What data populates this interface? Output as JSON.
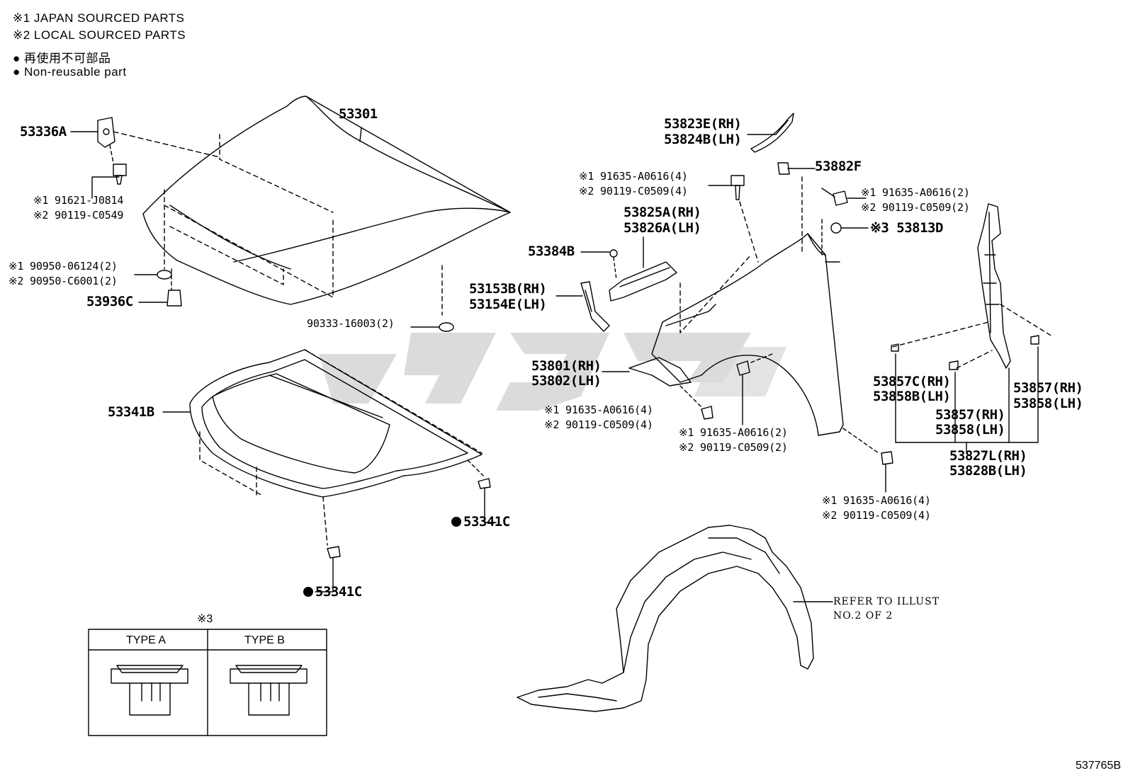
{
  "legend": {
    "line1": "※1 JAPAN SOURCED PARTS",
    "line2": "※2 LOCAL SOURCED PARTS",
    "line3": "● 再使用不可部品",
    "line4": "● Non-reusable part"
  },
  "parts": {
    "hood": "53301",
    "hinge_left": "53336A",
    "bolt_a1": "※1 91621-J0814",
    "bolt_a2": "※2 90119-C0549",
    "washer_1": "※1 90950-06124(2)",
    "washer_2": "※2 90950-C6001(2)",
    "cushion": "53936C",
    "hood_seal": "90333-16003(2)",
    "insulator": "53341B",
    "clip_right": "53341C",
    "clip_bottom": "53341C",
    "protector_rh": "53823E(RH)",
    "protector_lh": "53824B(LH)",
    "bracket_f": "53882F",
    "bolt_b1": "※1 91635-A0616(4)",
    "bolt_b2": "※2 90119-C0509(4)",
    "seal_rh": "53825A(RH)",
    "seal_lh": "53826A(LH)",
    "clip_384": "53384B",
    "bracket_rh": "53153B(RH)",
    "bracket_lh": "53154E(LH)",
    "fender_brkt_rh": "53801(RH)",
    "fender_brkt_lh": "53802(LH)",
    "bolt_c1": "※1 91635-A0616(4)",
    "bolt_c2": "※2 90119-C0509(4)",
    "bolt_d1": "※1 91635-A0616(2)",
    "bolt_d2": "※2 90119-C0509(2)",
    "bolt_e1": "※1 91635-A0616(2)",
    "bolt_e2": "※2 90119-C0509(2)",
    "clip_813": "※3 53813D",
    "bolt_f1": "※1 91635-A0616(4)",
    "bolt_f2": "※2 90119-C0509(4)",
    "seal_857c_rh": "53857C(RH)",
    "seal_858b_lh": "53858B(LH)",
    "seal_857_rh_a": "53857(RH)",
    "seal_858_lh_a": "53858(LH)",
    "seal_857_rh_b": "53857(RH)",
    "seal_858_lh_b": "53858(LH)",
    "seal_827_rh": "53827L(RH)",
    "seal_828_lh": "53828B(LH)",
    "refer_1": "REFER TO ILLUST",
    "refer_2": "NO.2 OF 2"
  },
  "type_box": {
    "caption": "※3",
    "type_a": "TYPE A",
    "type_b": "TYPE B"
  },
  "catalog_no": "537765B"
}
